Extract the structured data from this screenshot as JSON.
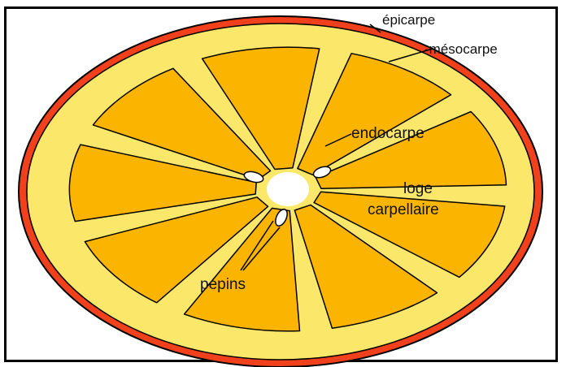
{
  "diagram": {
    "labels": {
      "epicarpe": "épicarpe",
      "mesocarpe": "-mésocarpe",
      "endocarpe": "endocarpe",
      "loge_line1": "loge",
      "loge_line2": "carpellaire",
      "pepins": "pépins"
    },
    "colors": {
      "epicarp": "#f0401c",
      "mesocarp": "#fbe86a",
      "segments": "#fbb400",
      "outline": "#000000",
      "center": "#ffffff"
    }
  }
}
